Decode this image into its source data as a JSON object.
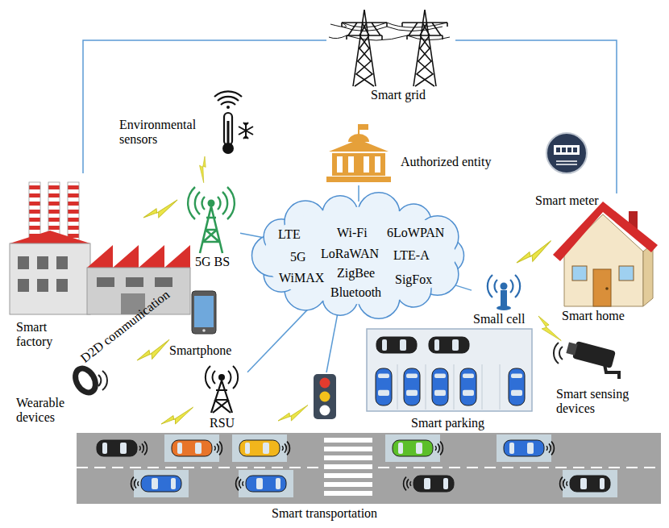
{
  "diagram": {
    "nodes": [
      {
        "text": [
          "Smart grid"
        ]
      },
      {
        "text": [
          "Environmental sensors"
        ]
      },
      {
        "text": [
          "Authorized entity"
        ]
      },
      {
        "text": [
          "Smart meter"
        ]
      },
      {
        "text": [
          "5G BS"
        ]
      },
      {
        "text": [
          "LTE",
          "Wi-Fi",
          "6LoWPAN",
          "5G",
          "LoRaWAN",
          "LTE-A",
          "WiMAX",
          "ZigBee",
          "SigFox",
          "Bluetooth"
        ]
      },
      {
        "text": [
          "Smart factory"
        ]
      },
      {
        "text": [
          "Smart home"
        ]
      },
      {
        "text": [
          "Small cell"
        ]
      },
      {
        "text": [
          "Smartphone"
        ]
      },
      {
        "text": [
          "Wearable devices"
        ]
      },
      {
        "text": [
          "RSU"
        ]
      },
      {
        "text": [
          "Smart parking"
        ]
      },
      {
        "text": [
          "Smart sensing devices"
        ]
      },
      {
        "text": [
          "Smart transportation"
        ]
      }
    ],
    "edges": [
      {
        "from": 6,
        "to": 0,
        "arrow": "none"
      },
      {
        "from": 0,
        "to": 7,
        "arrow": "none"
      },
      {
        "from": 4,
        "to": 5,
        "arrow": "none"
      },
      {
        "from": 2,
        "to": 5,
        "arrow": "none"
      },
      {
        "from": 5,
        "to": 8,
        "arrow": "none"
      },
      {
        "from": 5,
        "to": 11,
        "arrow": "none"
      }
    ],
    "labels": [
      "D2D communication"
    ]
  }
}
